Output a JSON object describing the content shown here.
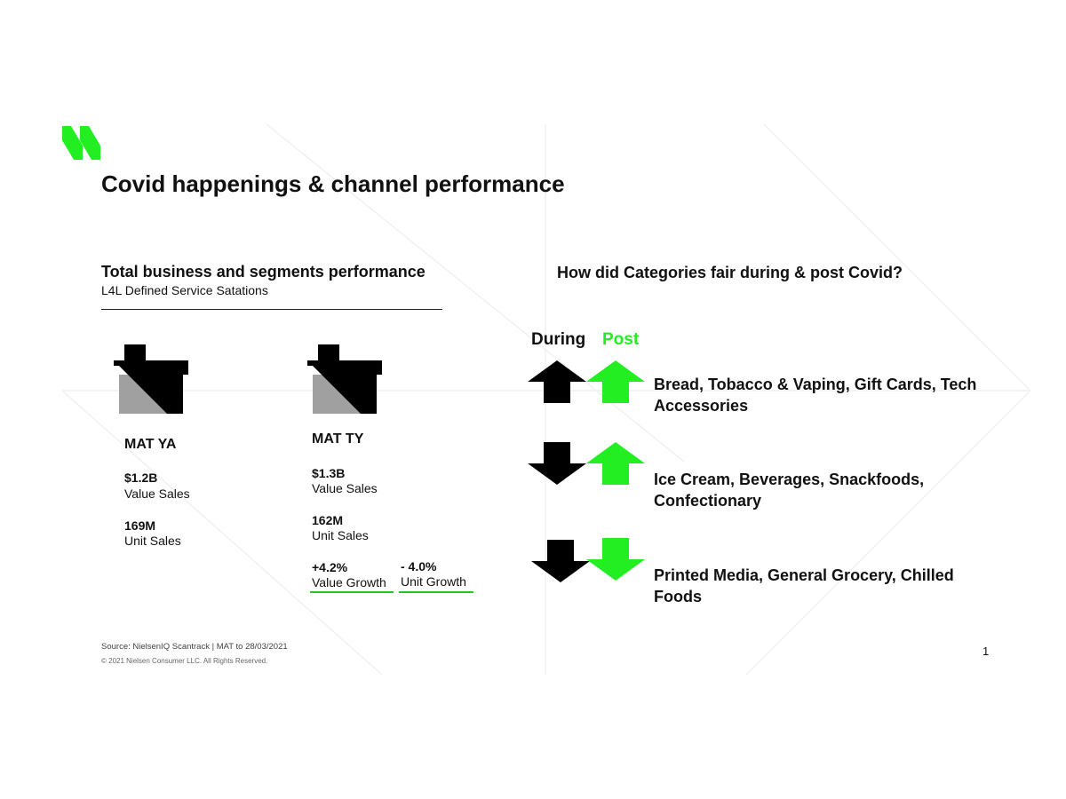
{
  "slide": {
    "title": "Covid happenings & channel performance",
    "page_number": "1"
  },
  "left": {
    "title": "Total business and segments performance",
    "subtitle": "L4L Defined Service Satations",
    "mat_ya": {
      "label": "MAT YA",
      "value_sales": "$1.2B",
      "value_sales_label": "Value Sales",
      "unit_sales": "169M",
      "unit_sales_label": "Unit Sales"
    },
    "mat_ty": {
      "label": "MAT TY",
      "value_sales": "$1.3B",
      "value_sales_label": "Value Sales",
      "unit_sales": "162M",
      "unit_sales_label": "Unit Sales",
      "value_growth": "+4.2%",
      "value_growth_label": "Value Growth",
      "unit_growth": "- 4.0%",
      "unit_growth_label": "Unit Growth"
    }
  },
  "right": {
    "title": "How did Categories fair during & post Covid?",
    "during_label": "During",
    "post_label": "Post",
    "rows": [
      {
        "during": "up",
        "post": "up",
        "text": "Bread, Tobacco & Vaping, Gift Cards, Tech Accessories"
      },
      {
        "during": "down",
        "post": "up",
        "text": "Ice Cream, Beverages, Snackfoods, Confectionary"
      },
      {
        "during": "down",
        "post": "down",
        "text": "Printed Media, General Grocery, Chilled Foods"
      }
    ]
  },
  "footer": {
    "source": "Source: NielsenIQ Scantrack | MAT to 28/03/2021",
    "copyright": "© 2021 Nielsen Consumer LLC. All Rights Reserved."
  },
  "colors": {
    "accent_green": "#22ee22",
    "arrow_black": "#000000",
    "house_grey": "#a0a0a0",
    "underline_green": "#27c227"
  }
}
